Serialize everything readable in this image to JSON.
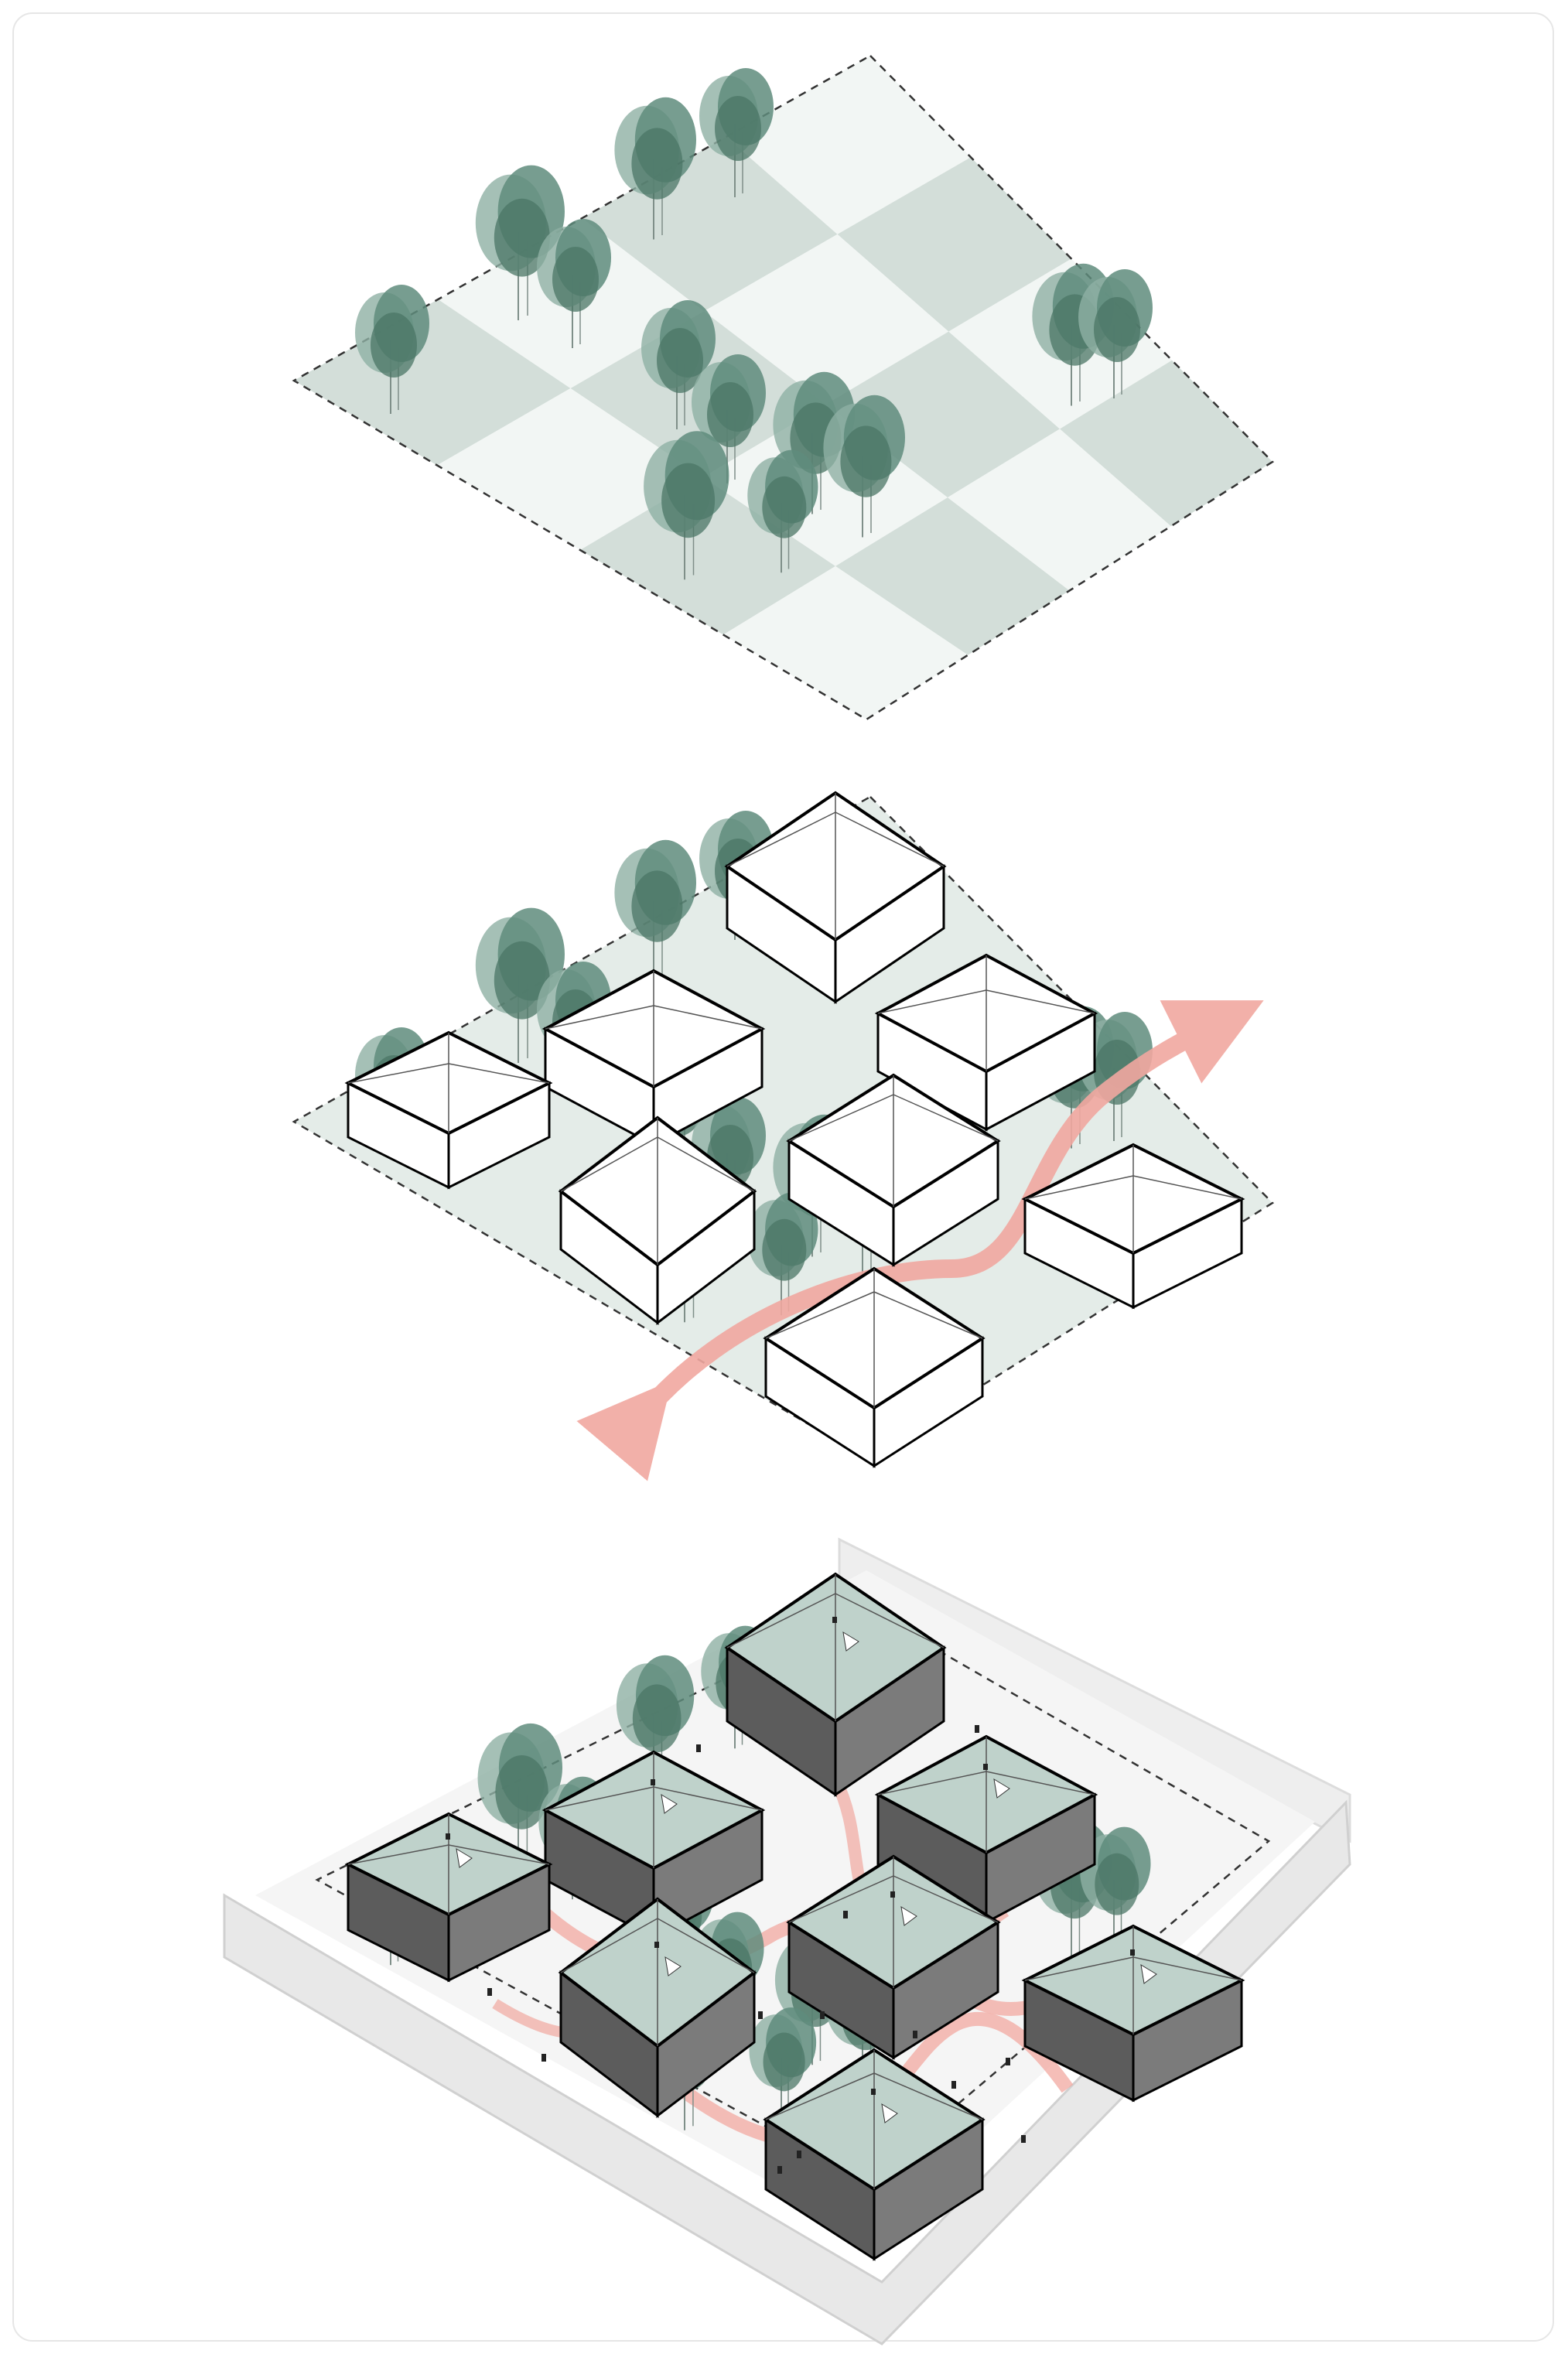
{
  "colors": {
    "background": "#ffffff",
    "frame": "#e6e6e6",
    "ground_light": "#f2f6f4",
    "ground_dark": "#d3ded9",
    "ground_plain": "#e4ece8",
    "tree": "#5f8c7c",
    "tree_dark": "#4b7566",
    "tree_light": "#8fb0a4",
    "trunk": "#7f8f89",
    "volume_outline": "#000000",
    "roof_white": "#ffffff",
    "roof_green": "#bfd2cb",
    "wall_left": "#5c5c5c",
    "wall_right": "#7b7b7b",
    "circulation": "#f1a8a0",
    "circulation_soft": "#f6c9c3",
    "context_grey": "#dcdcdc",
    "context_light": "#eeeeee",
    "people": "#222222"
  },
  "panels": [
    {
      "name": "panel-1-landscape-grid",
      "description_visible": ""
    },
    {
      "name": "panel-2-building-volumes"
    },
    {
      "name": "panel-3-final-massing"
    }
  ]
}
